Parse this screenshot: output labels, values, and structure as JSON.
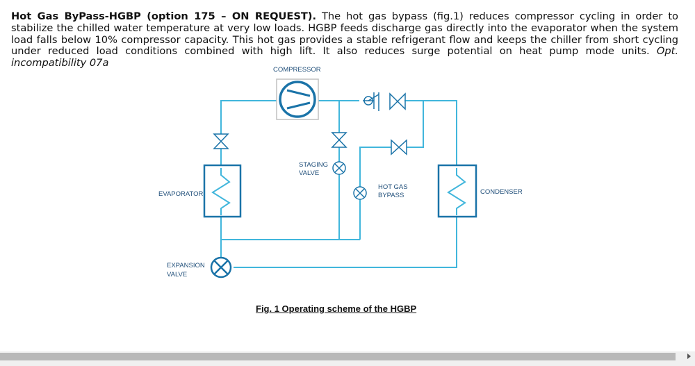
{
  "paragraph": {
    "bold": "Hot Gas ByPass-HGBP (option 175 – ON REQUEST).",
    "body": " The hot gas bypass (fig.1) reduces compressor cycling in order to stabilize the chilled water temperature at very low loads. HGBP feeds discharge gas directly into the evaporator when the system load falls below 10% compressor capacity. This hot gas provides a stable refrigerant flow and keeps the chiller from short cycling under reduced load conditions combined with high lift. It also reduces surge potential on heat pump mode units.",
    "italic": " Opt. incompatibility 07a"
  },
  "diagram": {
    "compressor": "COMPRESSOR",
    "staging_1": "STAGING",
    "staging_2": "VALVE",
    "hotgas_1": "HOT GAS",
    "hotgas_2": "BYPASS",
    "evaporator": "EVAPORATOR",
    "condenser": "CONDENSER",
    "expansion_1": "EXPANSION",
    "expansion_2": "VALVE"
  },
  "caption": "Fig. 1 Operating scheme of the HGBP",
  "colors": {
    "pipe": "#41b6dc",
    "component": "#1a73a8",
    "label": "#1f4e79"
  }
}
